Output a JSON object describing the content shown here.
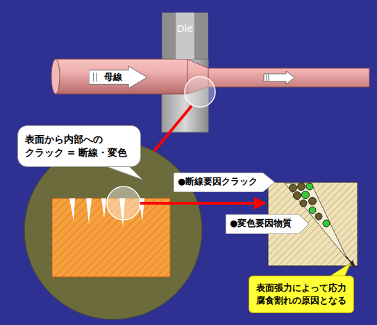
{
  "diagram": {
    "nodes": [
      {
        "text": [
          "Die"
        ]
      },
      {
        "text": [
          "母線"
        ]
      },
      {
        "text": [
          "表面から内部への クラック = 断線・変色"
        ]
      },
      {
        "text": [
          "●断線要因クラック"
        ]
      },
      {
        "text": [
          "●変色要因物質"
        ]
      },
      {
        "text": [
          "表面張力によって応力 腐食割れの原因となる"
        ]
      }
    ]
  }
}
